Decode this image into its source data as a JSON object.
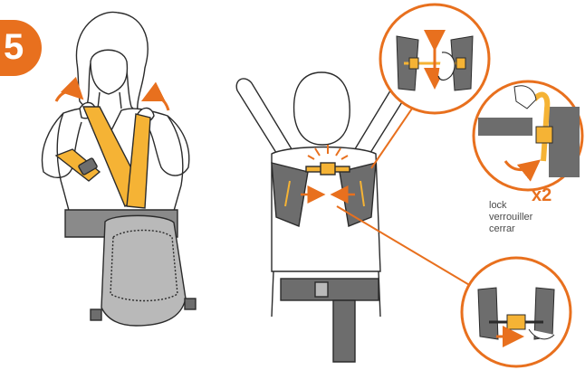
{
  "step": {
    "number": "5"
  },
  "multiplier": "x2",
  "labels": {
    "en": "lock",
    "fr": "verrouiller",
    "es": "cerrar"
  },
  "colors": {
    "accent": "#e8701e",
    "strap_yellow": "#f5b335",
    "grey_dark": "#6d6d6d",
    "grey_light": "#b9b9b9",
    "outline": "#2b2b2b"
  }
}
